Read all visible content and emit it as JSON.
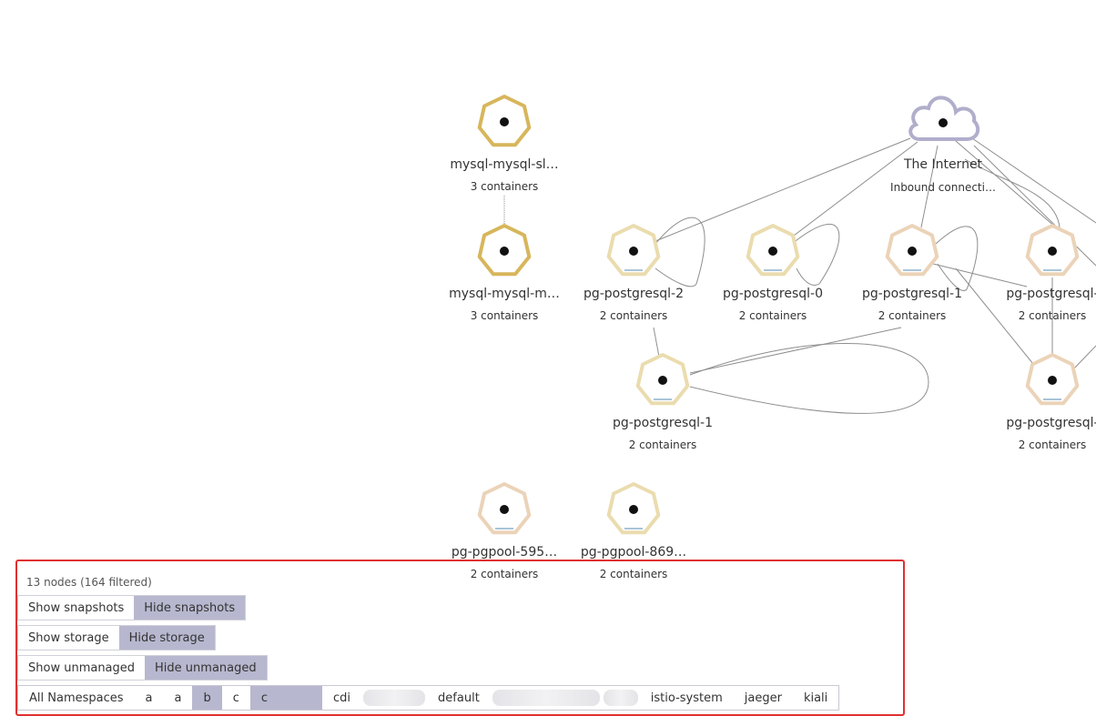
{
  "nodes": [
    {
      "id": "n1",
      "title": "mysql-mysql-sl…",
      "sub": "3 containers",
      "color": "#d7b65c",
      "icon": "heptagon-node-icon"
    },
    {
      "id": "n2",
      "title": "mysql-mysql-m…",
      "sub": "3 containers",
      "color": "#d7b65c",
      "icon": "heptagon-node-icon"
    },
    {
      "id": "n3",
      "title": "pg-postgresql-2",
      "sub": "2 containers",
      "color": "#eadcae",
      "icon": "heptagon-node-icon"
    },
    {
      "id": "n4",
      "title": "pg-postgresql-0",
      "sub": "2 containers",
      "color": "#eadcae",
      "icon": "heptagon-node-icon"
    },
    {
      "id": "n5",
      "title": "pg-postgresql-1",
      "sub": "2 containers",
      "color": "#ebd3b8",
      "icon": "heptagon-node-icon"
    },
    {
      "id": "n6",
      "title": "pg-postgresql-",
      "sub": "2 containers",
      "color": "#ebd3b8",
      "icon": "heptagon-node-icon"
    },
    {
      "id": "n7",
      "title": "pg-postgresql-1",
      "sub": "2 containers",
      "color": "#eadcae",
      "icon": "heptagon-node-icon"
    },
    {
      "id": "n8",
      "title": "pg-postgresql-",
      "sub": "2 containers",
      "color": "#ebd3b8",
      "icon": "heptagon-node-icon"
    },
    {
      "id": "n9",
      "title": "pg-pgpool-595…",
      "sub": "2 containers",
      "color": "#ebd3b8",
      "icon": "heptagon-node-icon"
    },
    {
      "id": "n10",
      "title": "pg-pgpool-869…",
      "sub": "2 containers",
      "color": "#eadcae",
      "icon": "heptagon-node-icon"
    }
  ],
  "internet": {
    "title": "The Internet",
    "sub": "Inbound connecti…",
    "color": "#b0aecb",
    "icon": "cloud-icon"
  },
  "controls": {
    "summary": "13 nodes (164 filtered)",
    "snapshots": {
      "show": "Show snapshots",
      "hide": "Hide snapshots"
    },
    "storage": {
      "show": "Show storage",
      "hide": "Hide storage"
    },
    "unmanaged": {
      "show": "Show unmanaged",
      "hide": "Hide unmanaged"
    },
    "namespaces": [
      "All Namespaces",
      "a",
      "a",
      "b",
      "c",
      "c",
      "cdi",
      "",
      "default",
      "",
      "",
      "istio-system",
      "jaeger",
      "kiali"
    ],
    "accent": "#b7b7cf",
    "highlight_border": "#e03030"
  }
}
